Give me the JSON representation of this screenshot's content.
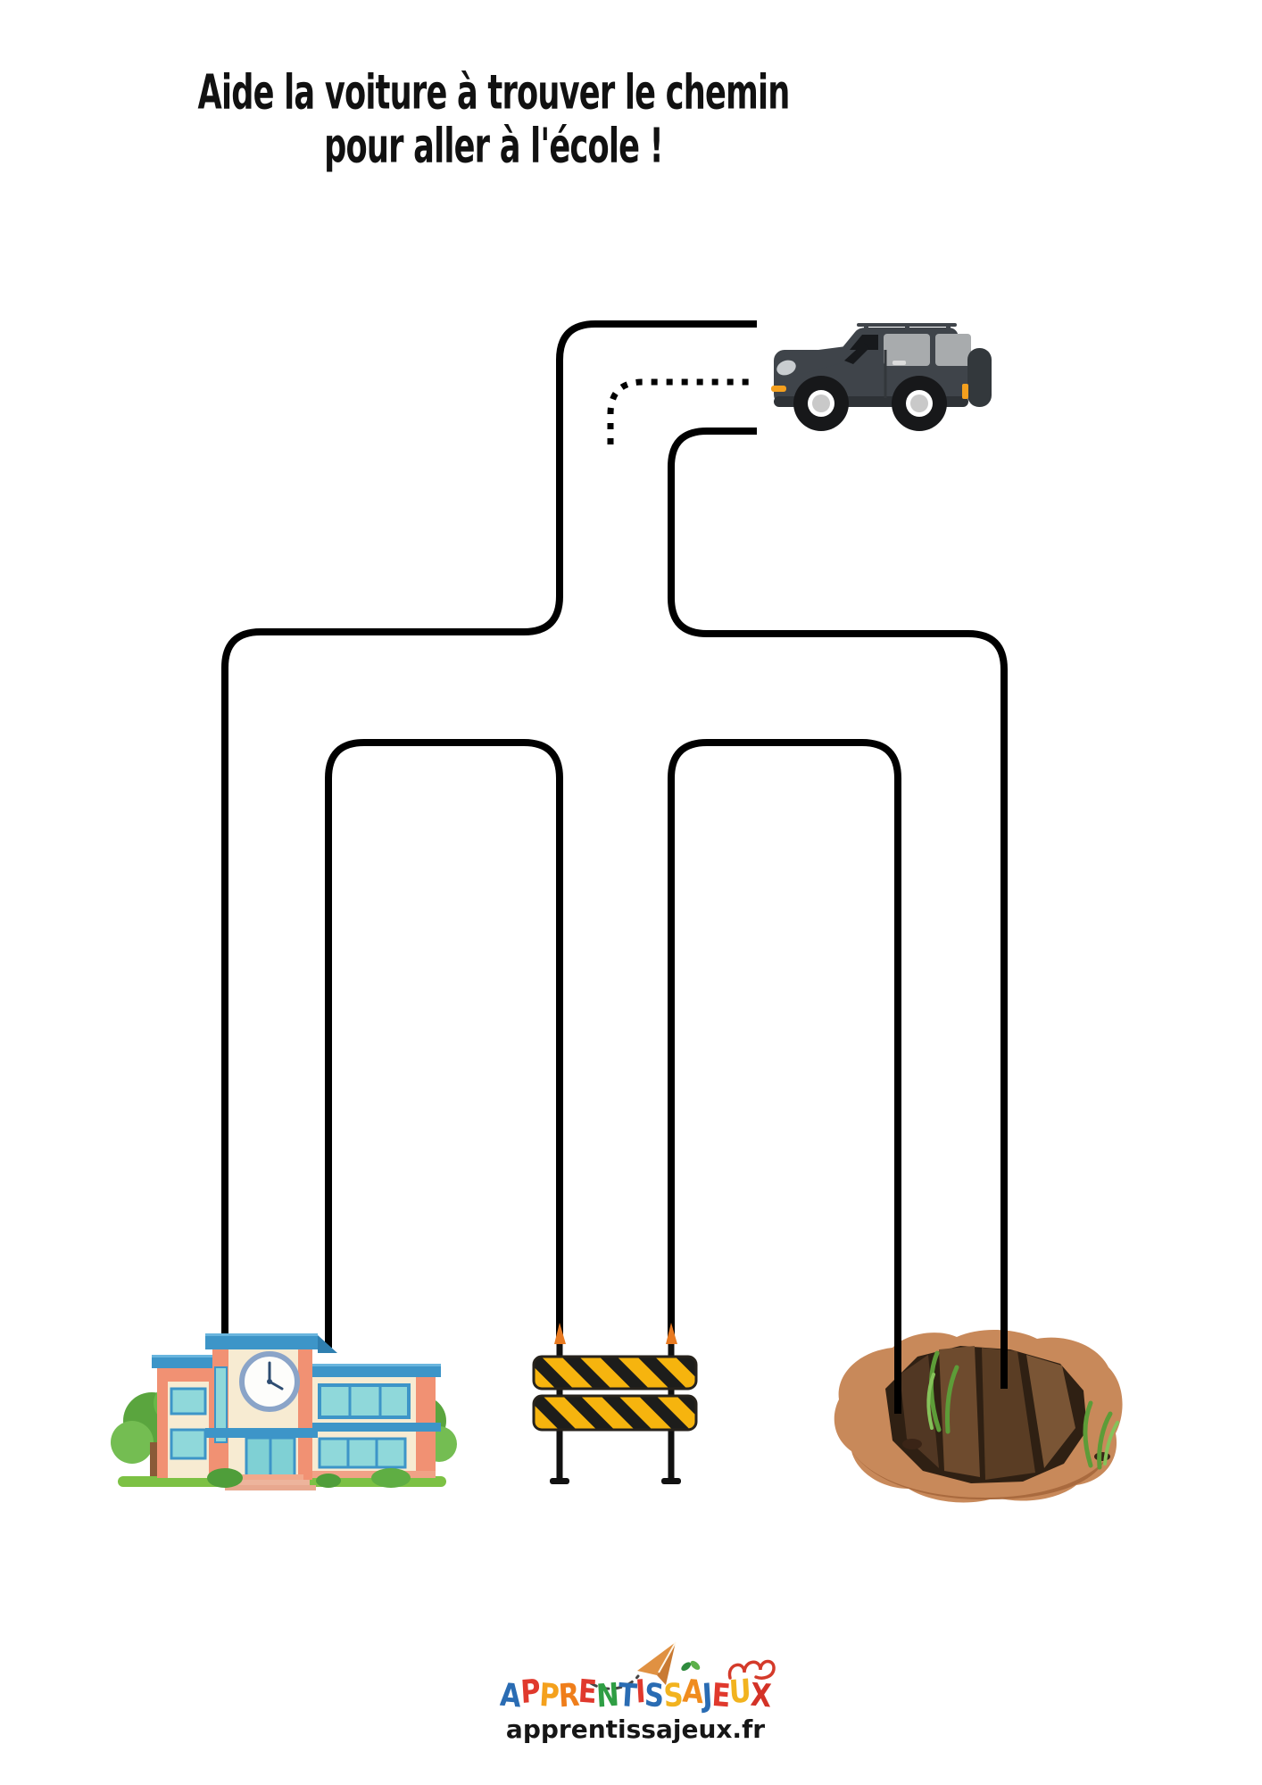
{
  "page": {
    "background": "#ffffff"
  },
  "title": {
    "line1": "Aide la voiture à trouver le chemin",
    "line2": "pour aller à l'école !"
  },
  "maze": {
    "stroke_color": "#000000",
    "line_width": 8,
    "hint_style": "dotted-curve",
    "start_icon": "car-icon",
    "destinations": [
      {
        "id": "school",
        "icon": "school-building-icon",
        "position": "bottom-left"
      },
      {
        "id": "barrier",
        "icon": "road-barrier-icon",
        "position": "bottom-center"
      },
      {
        "id": "hole",
        "icon": "pit-hole-icon",
        "position": "bottom-right"
      }
    ]
  },
  "car_colors": {
    "body": "#3f444a",
    "body_dark": "#2e3236",
    "window": "#a8abad",
    "windshield": "#17191c",
    "wheel": "#17181a",
    "rim": "#ffffff",
    "hub": "#c9c9c9",
    "accent": "#f5a01e",
    "headlight": "#c9cdd0"
  },
  "school_colors": {
    "wall_cream": "#f7ebd2",
    "wall_salmon": "#f19173",
    "roof_blue": "#3d95c8",
    "roof_light": "#69b5de",
    "glass_teal": "#8fd8da",
    "tree_green": "#5aa53e",
    "tree_light": "#74bd52",
    "trunk": "#8a5a38",
    "grass": "#7cc144",
    "step_salmon": "#f0a286",
    "clock_face": "#fdfdfb",
    "clock_rim": "#8aa4c8"
  },
  "barrier_colors": {
    "board_yellow": "#f6b40e",
    "stripe_black": "#1d1d1b",
    "post_black": "#111111",
    "tip_orange": "#e87a21"
  },
  "hole_colors": {
    "rim_brown": "#c8895a",
    "rim_dark": "#a96a3e",
    "pit_dark": "#2f2013",
    "facet_mid": "#5a3d24",
    "facet_light": "#7a5535",
    "grass_green": "#5d9c38",
    "grass_light": "#86c25a"
  },
  "logo": {
    "brand": "APPRENTISSAJEUX",
    "brand_letters": [
      {
        "ch": "A",
        "color": "#2a6cb3"
      },
      {
        "ch": "P",
        "color": "#e0392d"
      },
      {
        "ch": "P",
        "color": "#f4a11d"
      },
      {
        "ch": "R",
        "color": "#ef7e1b"
      },
      {
        "ch": "E",
        "color": "#e0392d"
      },
      {
        "ch": "N",
        "color": "#2f9e44"
      },
      {
        "ch": "T",
        "color": "#2a6cb3"
      },
      {
        "ch": "I",
        "color": "#e0392d"
      },
      {
        "ch": "S",
        "color": "#2a6cb3"
      },
      {
        "ch": "S",
        "color": "#f2b31f"
      },
      {
        "ch": "A",
        "color": "#f08c1e",
        "sprout": true
      },
      {
        "ch": "J",
        "color": "#2a6cb3"
      },
      {
        "ch": "E",
        "color": "#e0392d"
      },
      {
        "ch": "U",
        "color": "#f2b31f"
      },
      {
        "ch": "X",
        "color": "#d33227"
      }
    ],
    "doodles": [
      "paper-plane-icon",
      "dashed-trail-icon",
      "red-squiggle-icon",
      "sprout-icon"
    ],
    "domain": "apprentissajeux.fr"
  }
}
